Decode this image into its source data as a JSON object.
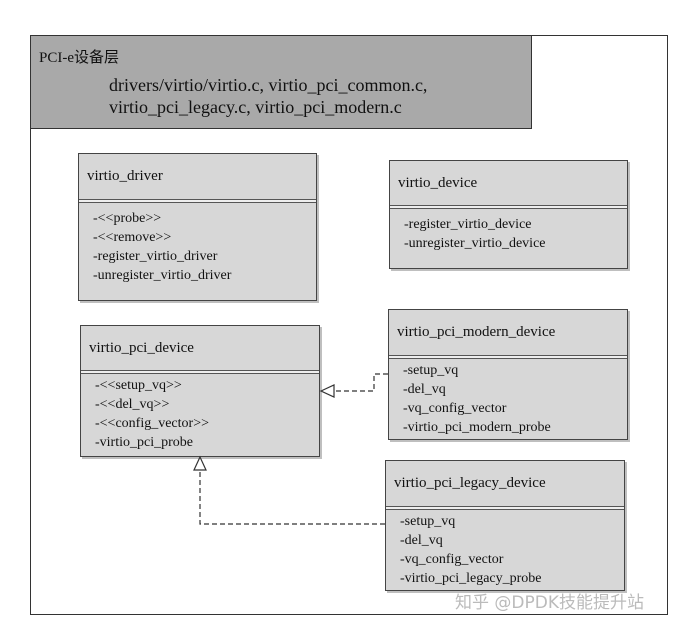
{
  "package": {
    "title": "PCI-e设备层",
    "files": [
      "drivers/virtio/virtio.c, virtio_pci_common.c,",
      "virtio_pci_legacy.c, virtio_pci_modern.c"
    ]
  },
  "classes": {
    "virtio_driver": {
      "name": "virtio_driver",
      "ops": [
        "-<<probe>>",
        "-<<remove>>",
        "-register_virtio_driver",
        "-unregister_virtio_driver"
      ]
    },
    "virtio_device": {
      "name": "virtio_device",
      "ops": [
        "-register_virtio_device",
        "-unregister_virtio_device"
      ]
    },
    "virtio_pci_device": {
      "name": "virtio_pci_device",
      "ops": [
        "-<<setup_vq>>",
        "-<<del_vq>>",
        "-<<config_vector>>",
        "-virtio_pci_probe"
      ]
    },
    "virtio_pci_modern_device": {
      "name": "virtio_pci_modern_device",
      "ops": [
        "-setup_vq",
        "-del_vq",
        "-vq_config_vector",
        "-virtio_pci_modern_probe"
      ]
    },
    "virtio_pci_legacy_device": {
      "name": "virtio_pci_legacy_device",
      "ops": [
        "-setup_vq",
        "-del_vq",
        "-vq_config_vector",
        "-virtio_pci_legacy_probe"
      ]
    }
  },
  "watermark": "知乎 @DPDK技能提升站"
}
